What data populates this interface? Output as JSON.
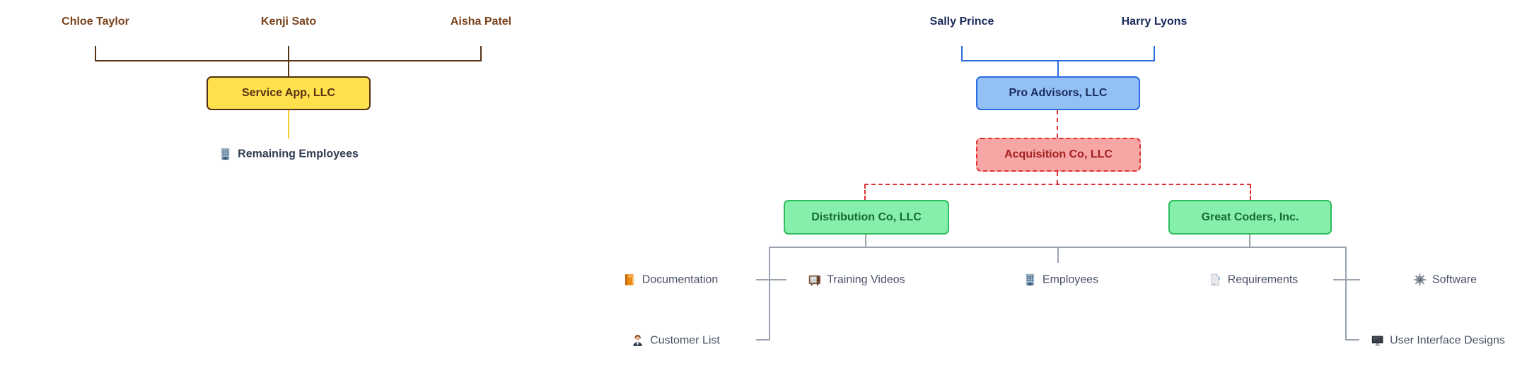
{
  "left_chart": {
    "owners": [
      {
        "name": "Chloe Taylor"
      },
      {
        "name": "Kenji Sato"
      },
      {
        "name": "Aisha Patel"
      }
    ],
    "company": {
      "label": "Service App, LLC"
    },
    "asset": {
      "label": "Remaining Employees",
      "icon": "office-building"
    },
    "colors": {
      "owner_text": "#79431d",
      "line": "#553114",
      "box_fill": "#ffe14d",
      "box_border": "#553114",
      "asset_line": "#f8ca25",
      "asset_text": "#2f3c52"
    }
  },
  "right_chart": {
    "owners": [
      {
        "name": "Sally Prince"
      },
      {
        "name": "Harry Lyons"
      }
    ],
    "holding": {
      "label": "Pro Advisors, LLC"
    },
    "acquisition": {
      "label": "Acquisition Co, LLC"
    },
    "subsidiaries": [
      {
        "label": "Distribution Co, LLC"
      },
      {
        "label": "Great Coders, Inc."
      }
    ],
    "assets": [
      {
        "label": "Documentation",
        "icon": "orange-book"
      },
      {
        "label": "Training Videos",
        "icon": "television"
      },
      {
        "label": "Employees",
        "icon": "office-building"
      },
      {
        "label": "Requirements",
        "icon": "page-document"
      },
      {
        "label": "Software",
        "icon": "gear"
      },
      {
        "label": "Customer List",
        "icon": "office-worker"
      },
      {
        "label": "User Interface Designs",
        "icon": "desktop-computer"
      }
    ],
    "colors": {
      "owner_text": "#1a2b5c",
      "owner_line": "#2b6be0",
      "holding_fill": "#93c1f5",
      "holding_border": "#2b6be0",
      "acquisition_fill": "#f7a6a6",
      "acquisition_border": "#e03131",
      "acquisition_text": "#a32121",
      "subsidiary_fill": "#86efac",
      "subsidiary_border": "#2ebd5e",
      "subsidiary_text": "#176b33",
      "connector_gray": "#9aa3ad",
      "asset_text": "#475063"
    }
  }
}
